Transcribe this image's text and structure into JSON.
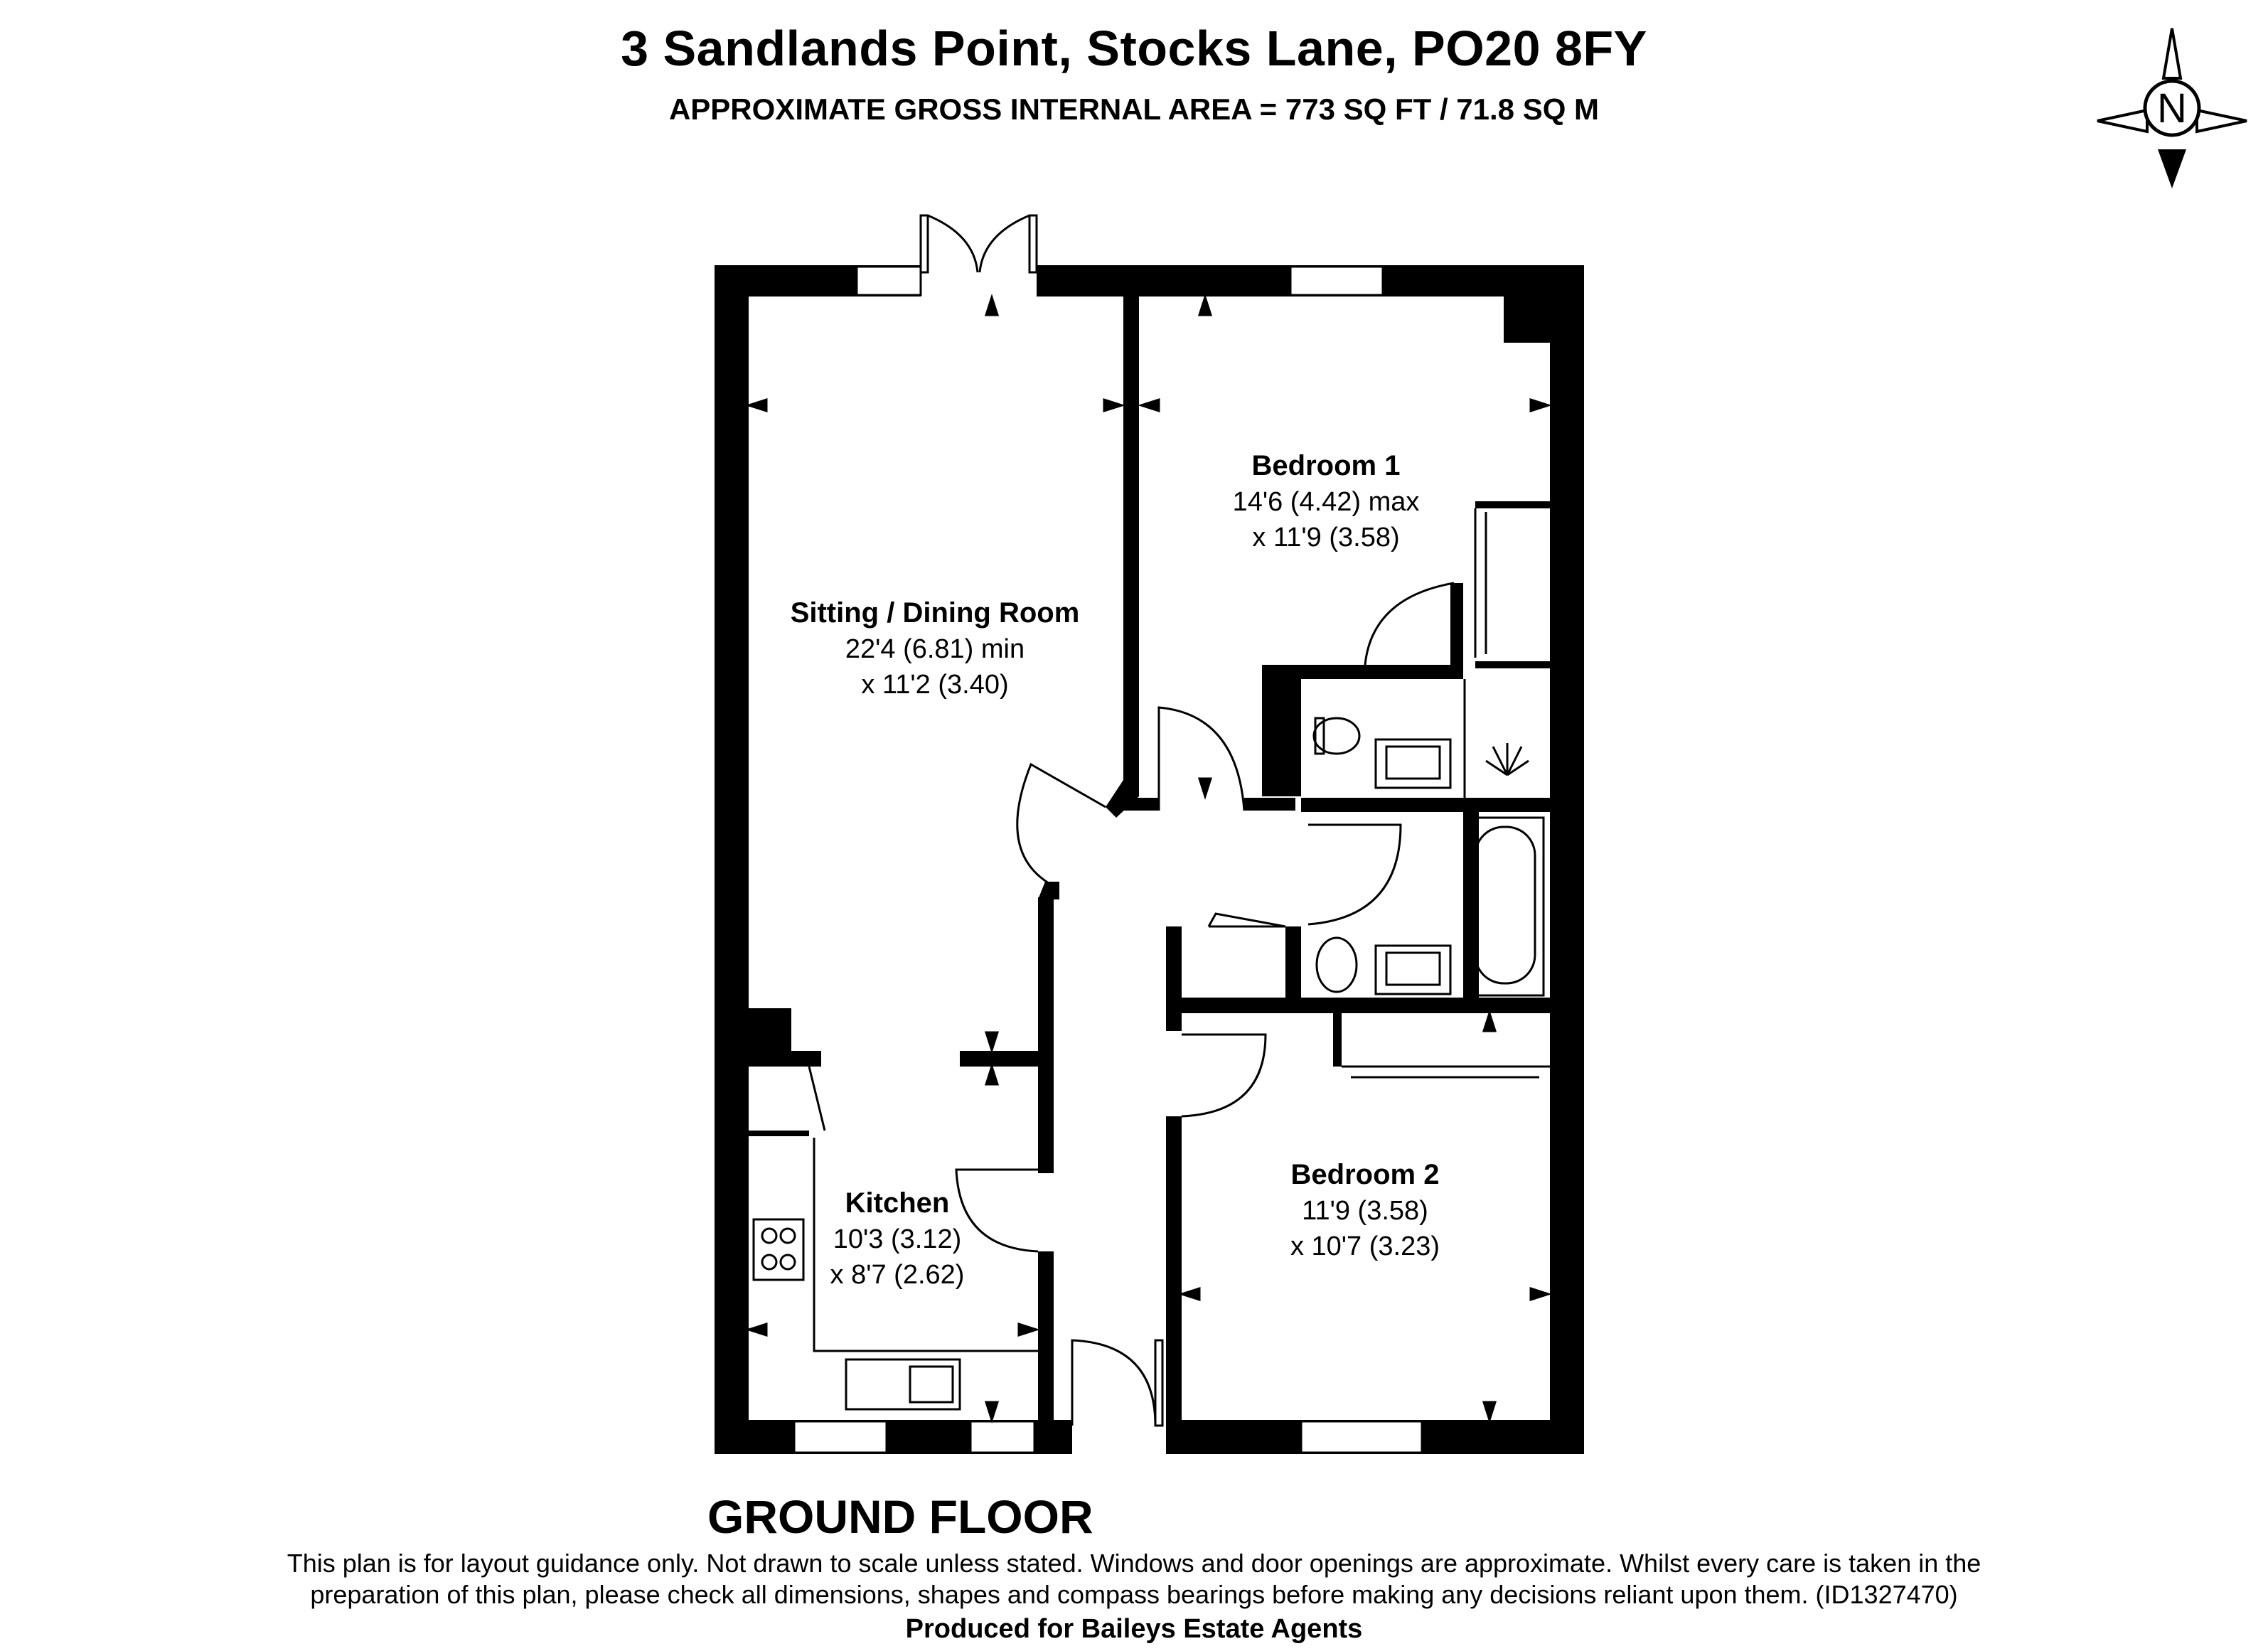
{
  "header": {
    "title": "3 Sandlands Point, Stocks Lane, PO20 8FY",
    "subtitle": "APPROXIMATE GROSS INTERNAL AREA = 773 SQ FT / 71.8 SQ M"
  },
  "compass": {
    "letter": "N",
    "icon": "compass-icon"
  },
  "rooms": {
    "sitting": {
      "name": "Sitting / Dining Room",
      "dim1": "22'4 (6.81) min",
      "dim2": "x 11'2 (3.40)"
    },
    "bedroom1": {
      "name": "Bedroom 1",
      "dim1": "14'6 (4.42) max",
      "dim2": "x 11'9 (3.58)"
    },
    "kitchen": {
      "name": "Kitchen",
      "dim1": "10'3 (3.12)",
      "dim2": "x 8'7 (2.62)"
    },
    "bedroom2": {
      "name": "Bedroom 2",
      "dim1": "11'9 (3.58)",
      "dim2": "x 10'7 (3.23)"
    }
  },
  "floor_label": "GROUND FLOOR",
  "footer": {
    "disclaimer_line1": "This plan is for layout guidance only. Not drawn to scale unless stated. Windows and door openings are approximate. Whilst every care is taken in the",
    "disclaimer_line2": "preparation of this plan, please check all dimensions, shapes and compass bearings before making any decisions reliant upon them. (ID1327470)",
    "produced_for": "Produced for Baileys Estate Agents"
  },
  "colors": {
    "wall": "#000000",
    "background": "#ffffff",
    "fixture": "#555555"
  }
}
